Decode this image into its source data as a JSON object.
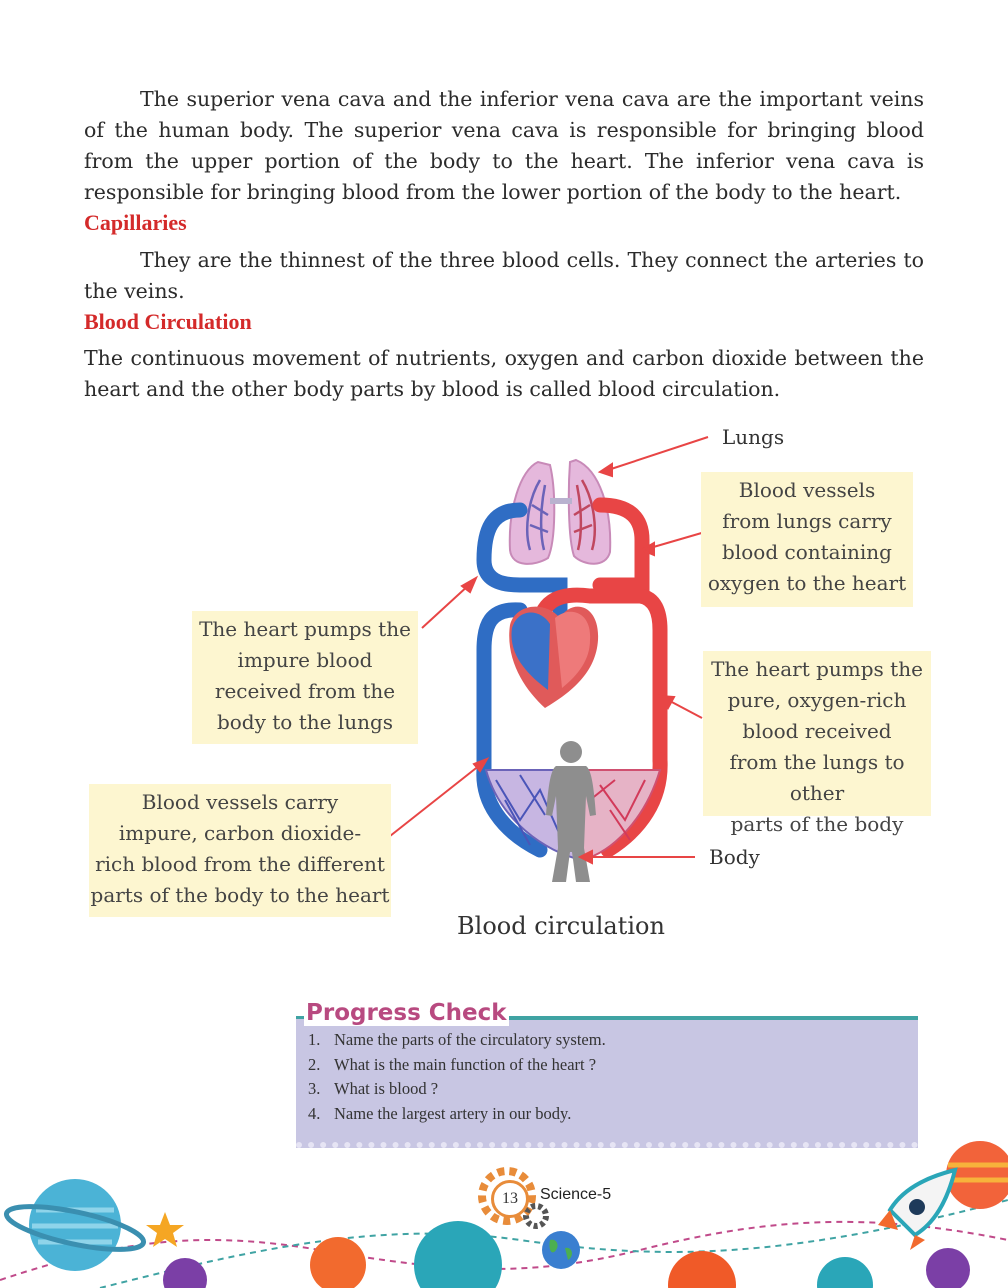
{
  "paragraphs": {
    "vena_cava": "The superior vena cava and the inferior vena cava are the important veins of the human body. The superior vena cava is responsible for bringing blood from the upper portion of the body to the heart. The inferior vena cava is responsible for bringing blood from the lower portion of the body to the heart.",
    "capillaries": "They are the thinnest of the three blood cells. They connect the arteries to the veins.",
    "circulation": "The continuous movement of nutrients, oxygen and carbon dioxide between the heart and the other body parts by blood is called blood circulation."
  },
  "headings": {
    "capillaries": "Capillaries",
    "circulation": "Blood Circulation"
  },
  "diagram": {
    "label_lungs": "Lungs",
    "label_body": "Body",
    "callout_lungs_vessels": [
      "Blood vessels",
      "from lungs carry",
      "blood containing",
      "oxygen to the heart"
    ],
    "callout_heart_impure": [
      "The heart pumps the",
      "impure blood",
      "received from the",
      "body to the lungs"
    ],
    "callout_heart_pure": [
      "The heart pumps the",
      "pure, oxygen-rich",
      "blood received",
      "from the lungs to other",
      "parts of the body"
    ],
    "callout_body_vessels": [
      "Blood vessels carry",
      "impure, carbon dioxide-",
      "rich blood from the different",
      "parts of the body to the heart"
    ],
    "caption": "Blood circulation",
    "colors": {
      "oxygenated": "#e84545",
      "deoxygenated": "#2f6dc4"
    }
  },
  "progress_check": {
    "title": "Progress Check",
    "items": [
      {
        "num": "1.",
        "text": "Name the parts of the circulatory system."
      },
      {
        "num": "2.",
        "text": "What is the main function of the heart ?"
      },
      {
        "num": "3.",
        "text": "What is blood ?"
      },
      {
        "num": "4.",
        "text": "Name the largest artery in our body."
      }
    ]
  },
  "footer": {
    "page_number": "13",
    "book": "Science-5"
  }
}
